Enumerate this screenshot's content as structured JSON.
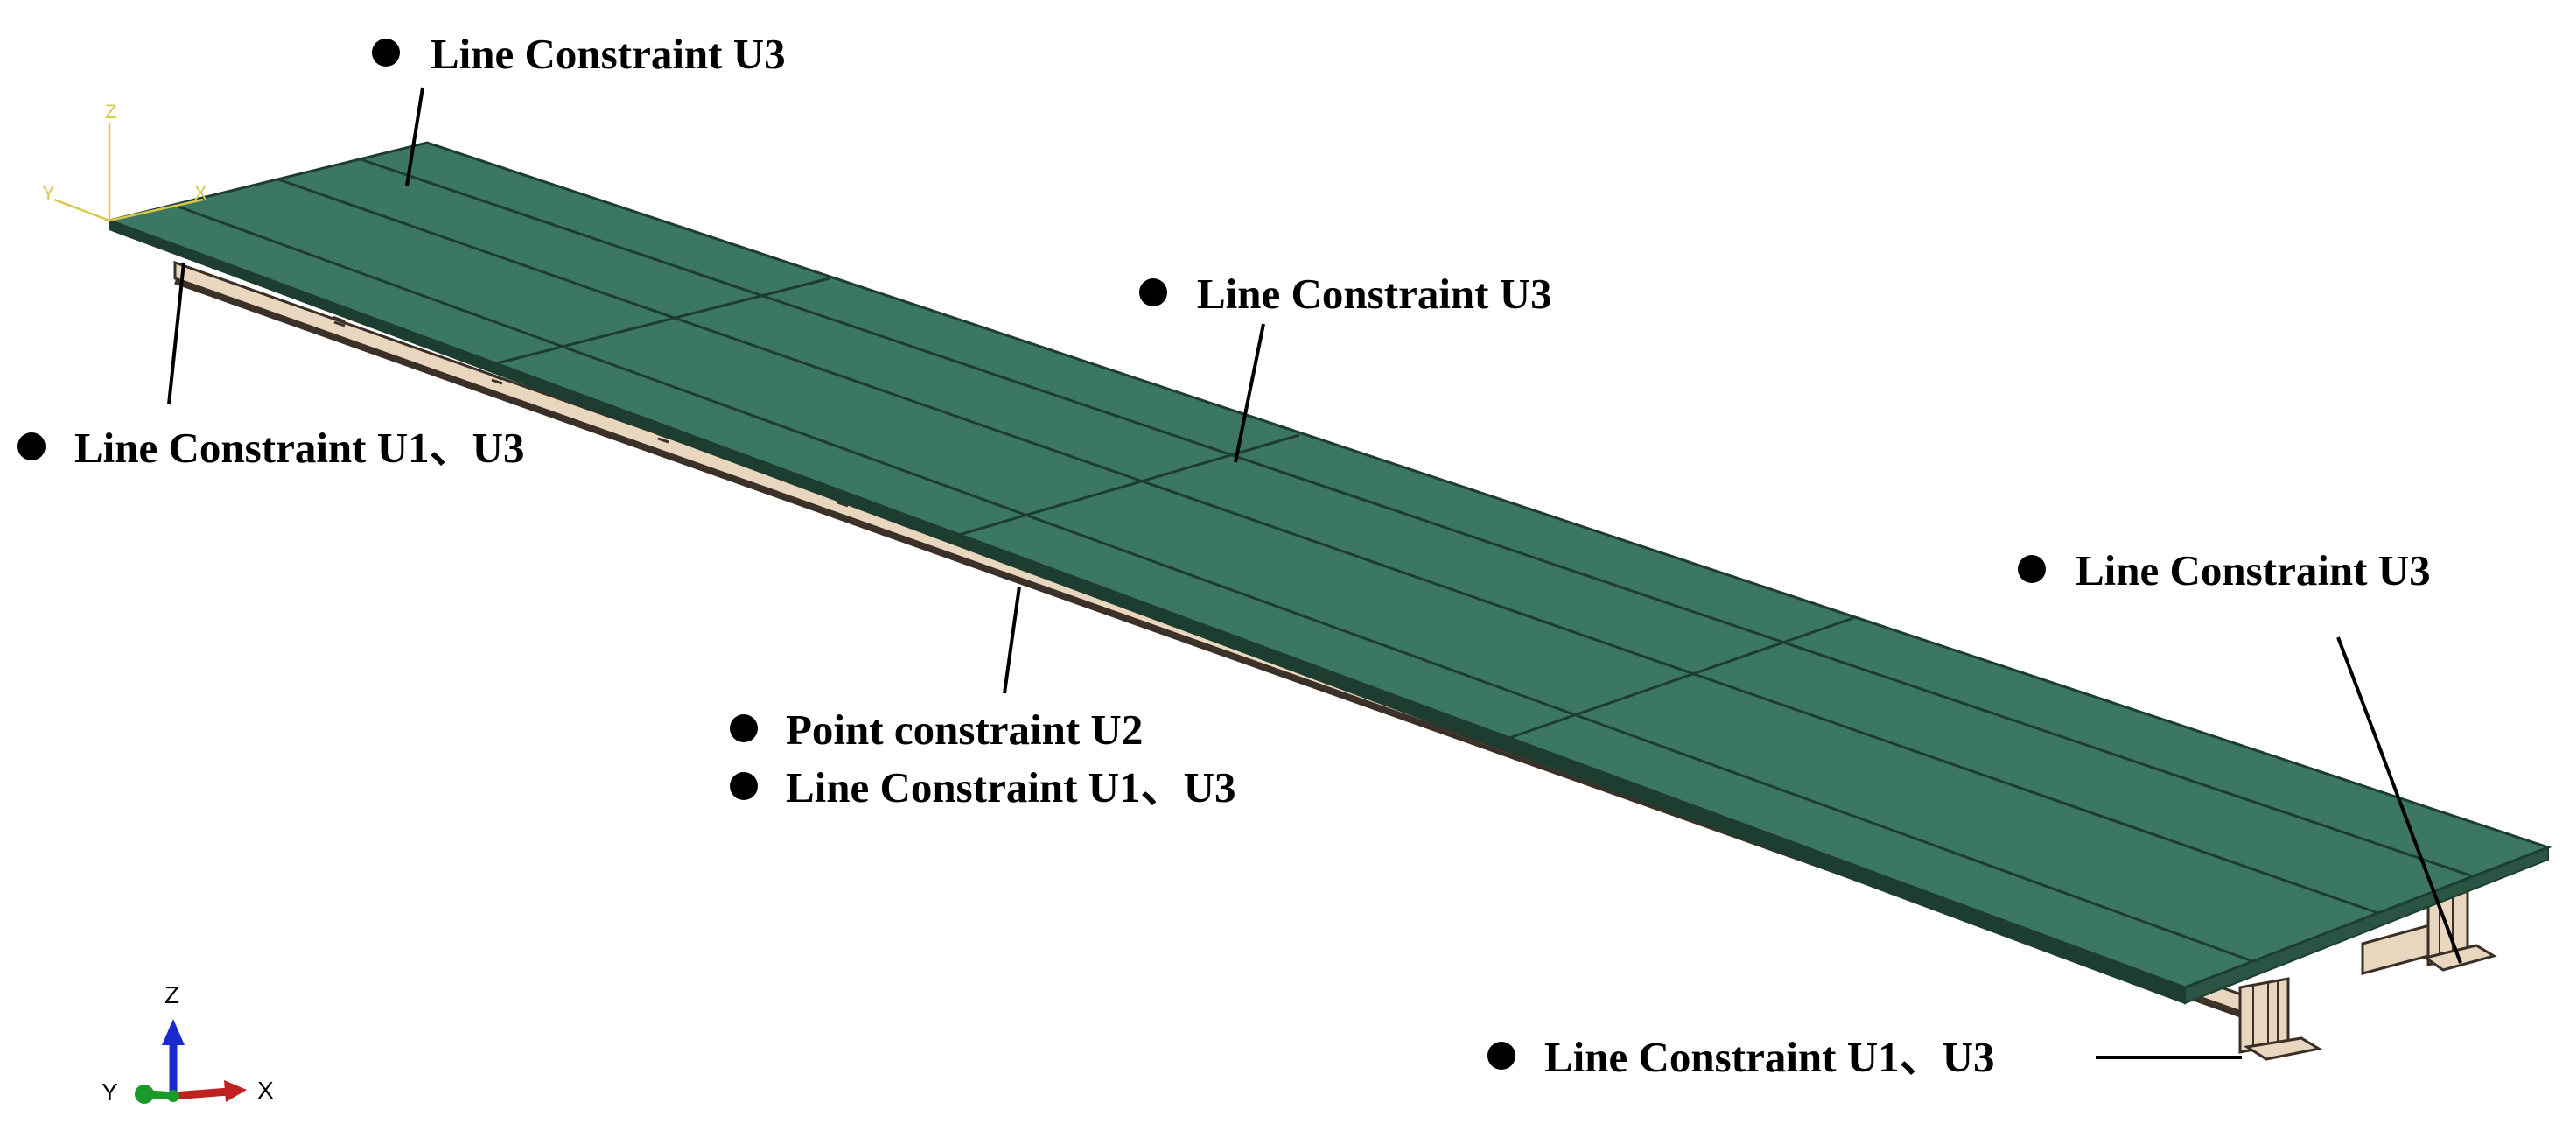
{
  "diagram": {
    "colors": {
      "deck": "#3b7761",
      "deck_edge": "#1e3d31",
      "girder": "#e8d6bf",
      "girder_edge": "#3a3028",
      "leader": "#000000",
      "axis_yellow": "#d8c84a",
      "axis_x": "#c02020",
      "axis_y": "#1a9a2a",
      "axis_z": "#1a2acc"
    },
    "icons": {
      "bullet": "filled-circle"
    },
    "top_triad": {
      "z": "Z",
      "y": "Y",
      "x": "X"
    },
    "bottom_triad": {
      "z": "Z",
      "y": "Y",
      "x": "X"
    },
    "annotations": [
      {
        "text": "Line Constraint U3"
      },
      {
        "text": "Line Constraint U3"
      },
      {
        "text": "Line Constraint U1、U3"
      },
      {
        "text": "Line Constraint U3"
      },
      {
        "text": "Point constraint U2"
      },
      {
        "text": "Line Constraint U1、U3"
      },
      {
        "text": "Line Constraint U1、U3"
      }
    ]
  }
}
